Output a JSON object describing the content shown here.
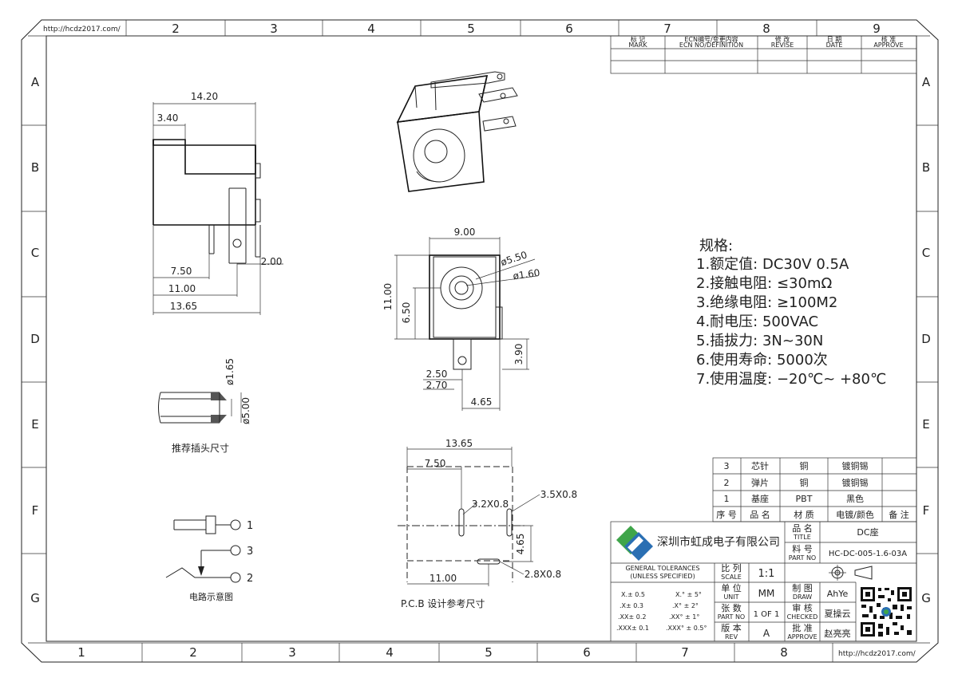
{
  "border": {
    "url_top": "http://hcdz2017.com/",
    "url_bottom": "http://hcdz2017.com/",
    "cols_top": [
      "2",
      "3",
      "4",
      "5",
      "6",
      "7",
      "8",
      "9"
    ],
    "cols_bottom": [
      "1",
      "2",
      "3",
      "4",
      "5",
      "6",
      "7",
      "8"
    ],
    "rows": [
      "A",
      "B",
      "C",
      "D",
      "E",
      "F",
      "G"
    ]
  },
  "revision_table": {
    "headers": [
      {
        "cn": "标 记",
        "en": "MARK"
      },
      {
        "cn": "ECN编号/变更内容",
        "en": "ECN NO/DEFINITION"
      },
      {
        "cn": "修 改",
        "en": "REVISE"
      },
      {
        "cn": "日 期",
        "en": "DATE"
      },
      {
        "cn": "核 准",
        "en": "APPROVE"
      }
    ]
  },
  "side_view": {
    "dims": [
      "14.20",
      "3.40",
      "2.00",
      "7.50",
      "11.00",
      "13.65"
    ]
  },
  "front_view": {
    "dims": [
      "9.00",
      "11.00",
      "6.50",
      "3.90",
      "2.50",
      "2.70",
      "4.65"
    ],
    "callouts": [
      "ø5.50",
      "ø1.60"
    ]
  },
  "plug_view": {
    "dims": [
      "ø1.65",
      "ø5.00"
    ],
    "caption": "推荐插头尺寸"
  },
  "circuit": {
    "pins": [
      "1",
      "3",
      "2"
    ],
    "caption": "电路示意图"
  },
  "pcb": {
    "dims": [
      "13.65",
      "7.50",
      "11.00",
      "4.65"
    ],
    "callouts": [
      "3.2X0.8",
      "3.5X0.8",
      "2.8X0.8"
    ],
    "caption": "P.C.B 设计参考尺寸"
  },
  "specs": {
    "title": "规格:",
    "lines": [
      "1.额定值: DC30V  0.5A",
      "2.接触电阻: ≤30mΩ",
      "3.绝缘电阻: ≥100M2",
      "4.耐电压: 500VAC",
      "5.插拔力: 3N~30N",
      "6.使用寿命: 5000次",
      "7.使用温度: −20℃~ +80℃"
    ]
  },
  "bom": {
    "rows": [
      {
        "no": "3",
        "name": "芯针",
        "material": "铜",
        "finish": "镀铜锡",
        "note": ""
      },
      {
        "no": "2",
        "name": "弹片",
        "material": "铜",
        "finish": "镀铜锡",
        "note": ""
      },
      {
        "no": "1",
        "name": "基座",
        "material": "PBT",
        "finish": "黑色",
        "note": ""
      }
    ],
    "header": {
      "no": "序 号",
      "name": "品 名",
      "material": "材 质",
      "finish": "电镀/颜色",
      "note": "备 注"
    }
  },
  "title_block": {
    "company": "深圳市虹成电子有限公司",
    "name_label_cn": "品 名",
    "name_label_en": "TITLE",
    "name_value": "DC座",
    "part_label_cn": "料 号",
    "part_label_en": "PART NO",
    "part_value": "HC-DC-005-1.6-03A",
    "tol_title1": "GENERAL TOLERANCES",
    "tol_title2": "(UNLESS SPECIFIED)",
    "tol_left": [
      "X.± 0.5",
      ".X± 0.3",
      ".XX± 0.2",
      ".XXX± 0.1"
    ],
    "tol_right": [
      "X.° ± 5°",
      ".X° ± 2°",
      ".XX° ± 1°",
      ".XXX° ± 0.5°"
    ],
    "scale_cn": "比 列",
    "scale_en": "SCALE",
    "scale_value": "1:1",
    "unit_cn": "单 位",
    "unit_en": "UNIT",
    "unit_value": "MM",
    "sheet_cn": "张 数",
    "sheet_en": "PART NO",
    "sheet_value": "1 OF 1",
    "rev_cn": "版 本",
    "rev_en": "REV",
    "rev_value": "A",
    "draw_cn": "制 图",
    "draw_en": "DRAW",
    "draw_value": "AhYe",
    "check_cn": "审 核",
    "check_en": "CHECKED",
    "check_value": "夏操云",
    "approve_cn": "批 准",
    "approve_en": "APPROVE",
    "approve_value": "赵亮亮"
  }
}
